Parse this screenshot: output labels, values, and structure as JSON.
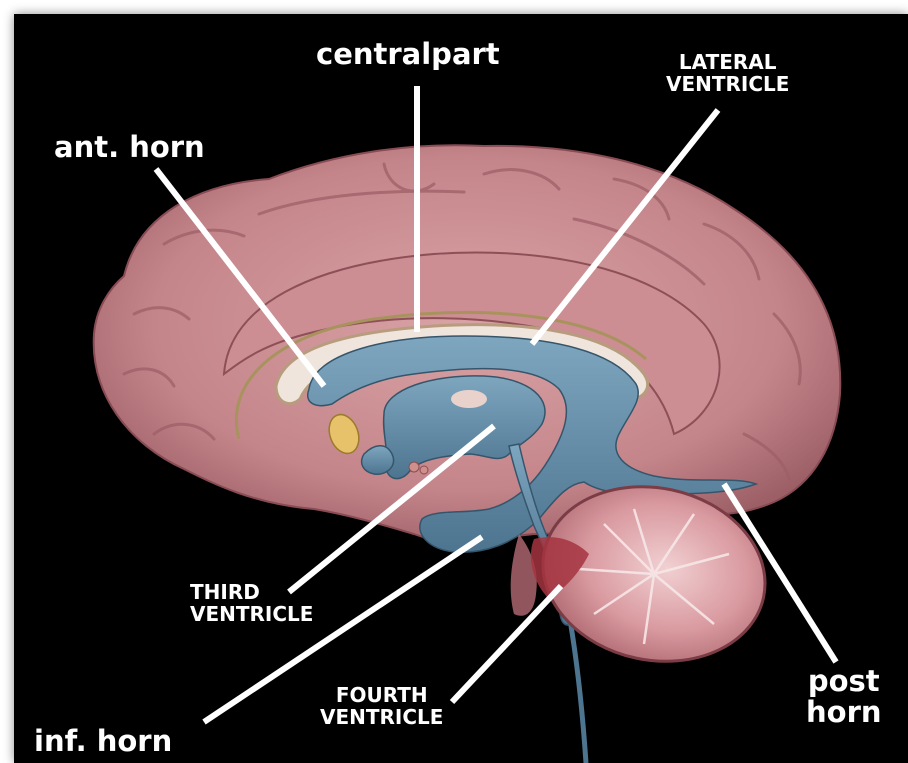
{
  "labels": {
    "central_part": "centralpart",
    "lateral_ventricle": [
      "LATERAL",
      "VENTRICLE"
    ],
    "anterior_horn": "ant. horn",
    "third_ventricle": [
      "THIRD",
      "VENTRICLE"
    ],
    "fourth_ventricle": [
      "FOURTH",
      "VENTRICLE"
    ],
    "inferior_horn": "inf. horn",
    "posterior_horn": [
      "post",
      "horn"
    ]
  },
  "colors": {
    "background": "#000000",
    "brain_tissue": "#c98b8f",
    "ventricle": "#5f8aa5",
    "cerebellum": "#d79aa0",
    "label_text": "#ffffff",
    "pointer_line": "#ffffff"
  }
}
